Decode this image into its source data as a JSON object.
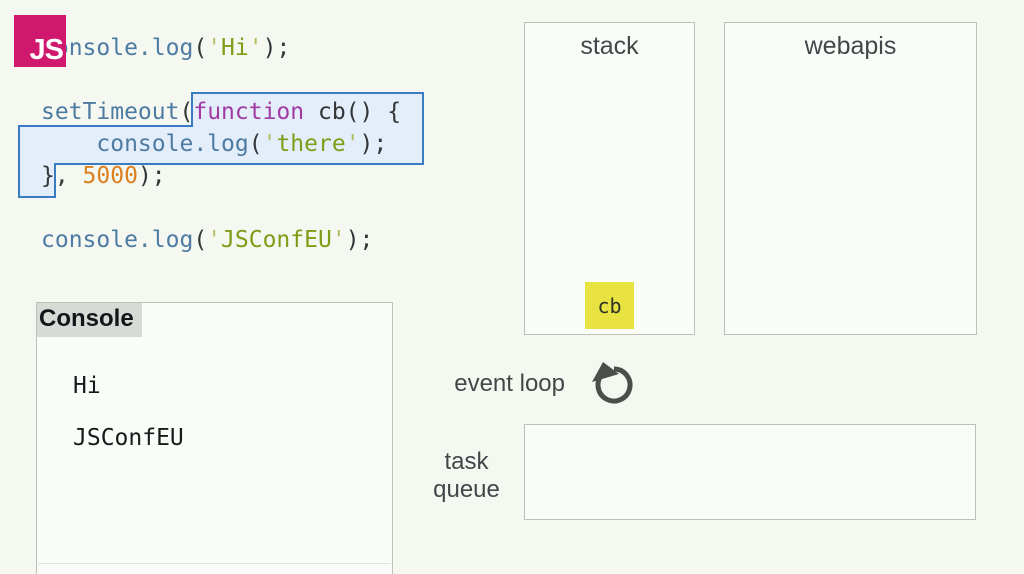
{
  "colors": {
    "bg": "#f4f8f1",
    "panel_fill": "#fafdf7",
    "panel_border": "#bcc1ba",
    "label_gray": "#42474a",
    "code_blue": "#4e7ba2",
    "code_purple": "#a13ba4",
    "code_string": "#7e9c15",
    "code_quote": "#b4bd62",
    "code_number": "#dc801f",
    "code_plain": "#333537",
    "selection_fill": "#e3eefa",
    "selection_border": "#3a7cc4",
    "stack_item_yellow": "#e8e340",
    "logo_pink": "#d0196e",
    "chip_bg": "#d8dbd5",
    "console_text": "#17191c",
    "icon_gray": "#4a4f4c"
  },
  "logo": {
    "label": "JS"
  },
  "editor": {
    "lines": [
      {
        "tokens": [
          {
            "t": "console.log",
            "c": "fn"
          },
          {
            "t": "(",
            "c": "pl"
          },
          {
            "t": "'",
            "c": "q"
          },
          {
            "t": "Hi",
            "c": "str"
          },
          {
            "t": "'",
            "c": "q"
          },
          {
            "t": ");",
            "c": "pl"
          }
        ]
      },
      {
        "tokens": []
      },
      {
        "tokens": [
          {
            "t": "setTimeout",
            "c": "fn"
          },
          {
            "t": "(",
            "c": "pl"
          },
          {
            "t": "function",
            "c": "kw"
          },
          {
            "t": " cb() {",
            "c": "pl"
          }
        ]
      },
      {
        "tokens": [
          {
            "t": "    ",
            "c": "pl"
          },
          {
            "t": "console.log",
            "c": "fn"
          },
          {
            "t": "(",
            "c": "pl"
          },
          {
            "t": "'",
            "c": "q"
          },
          {
            "t": "there",
            "c": "str"
          },
          {
            "t": "'",
            "c": "q"
          },
          {
            "t": ");",
            "c": "pl"
          }
        ]
      },
      {
        "tokens": [
          {
            "t": "}, ",
            "c": "pl"
          },
          {
            "t": "5000",
            "c": "num"
          },
          {
            "t": ");",
            "c": "pl"
          }
        ]
      },
      {
        "tokens": []
      },
      {
        "tokens": [
          {
            "t": "console.log",
            "c": "fn"
          },
          {
            "t": "(",
            "c": "pl"
          },
          {
            "t": "'",
            "c": "q"
          },
          {
            "t": "JSConfEU",
            "c": "str"
          },
          {
            "t": "'",
            "c": "q"
          },
          {
            "t": ");",
            "c": "pl"
          }
        ]
      }
    ]
  },
  "stack": {
    "title": "stack",
    "items": [
      "cb"
    ]
  },
  "webapis": {
    "title": "webapis",
    "items": []
  },
  "event_loop": {
    "label": "event loop",
    "icon": "circular-arrow-icon"
  },
  "task_queue": {
    "label_line1": "task",
    "label_line2": "queue",
    "items": []
  },
  "console_panel": {
    "title": "Console",
    "output": [
      "Hi",
      "JSConfEU"
    ]
  }
}
